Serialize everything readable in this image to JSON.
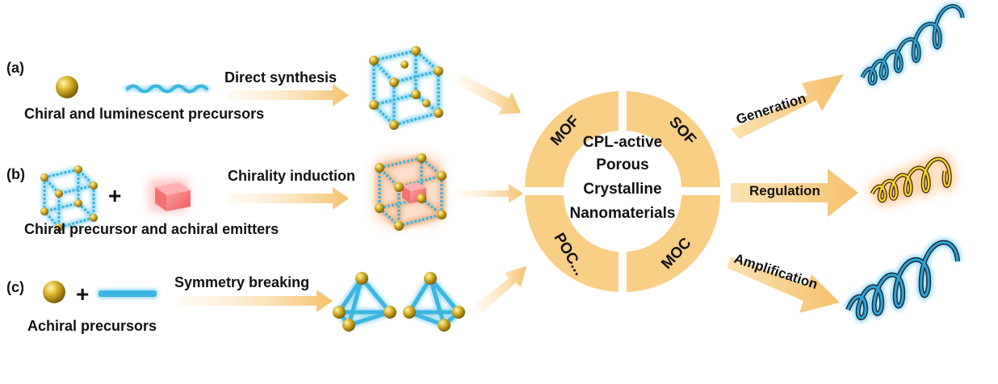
{
  "rows": [
    {
      "tag": "(a)",
      "caption": "Chiral and luminescent precursors",
      "method": "Direct synthesis"
    },
    {
      "tag": "(b)",
      "caption": "Chiral precursor and achiral emitters",
      "method": "Chirality induction"
    },
    {
      "tag": "(c)",
      "caption": "Achiral precursors",
      "method": "Symmetry breaking"
    }
  ],
  "plus_sign": "+",
  "center": {
    "lines": [
      "CPL-active",
      "Porous",
      "Crystalline",
      "Nanomaterials"
    ],
    "segments": {
      "top_left": "MOF",
      "top_right": "SOF",
      "bottom_left": "POC...",
      "bottom_right": "MOC"
    }
  },
  "outputs": [
    "Generation",
    "Regulation",
    "Amplification"
  ],
  "colors": {
    "arrow": "#f5c16c",
    "ring": "#f9cf86",
    "sphere": "#c9a21c",
    "linker": "#3bb6e0",
    "emitter": "#f07575",
    "helix_blue": "#2aa5d8",
    "helix_orange": "#f6a623"
  }
}
